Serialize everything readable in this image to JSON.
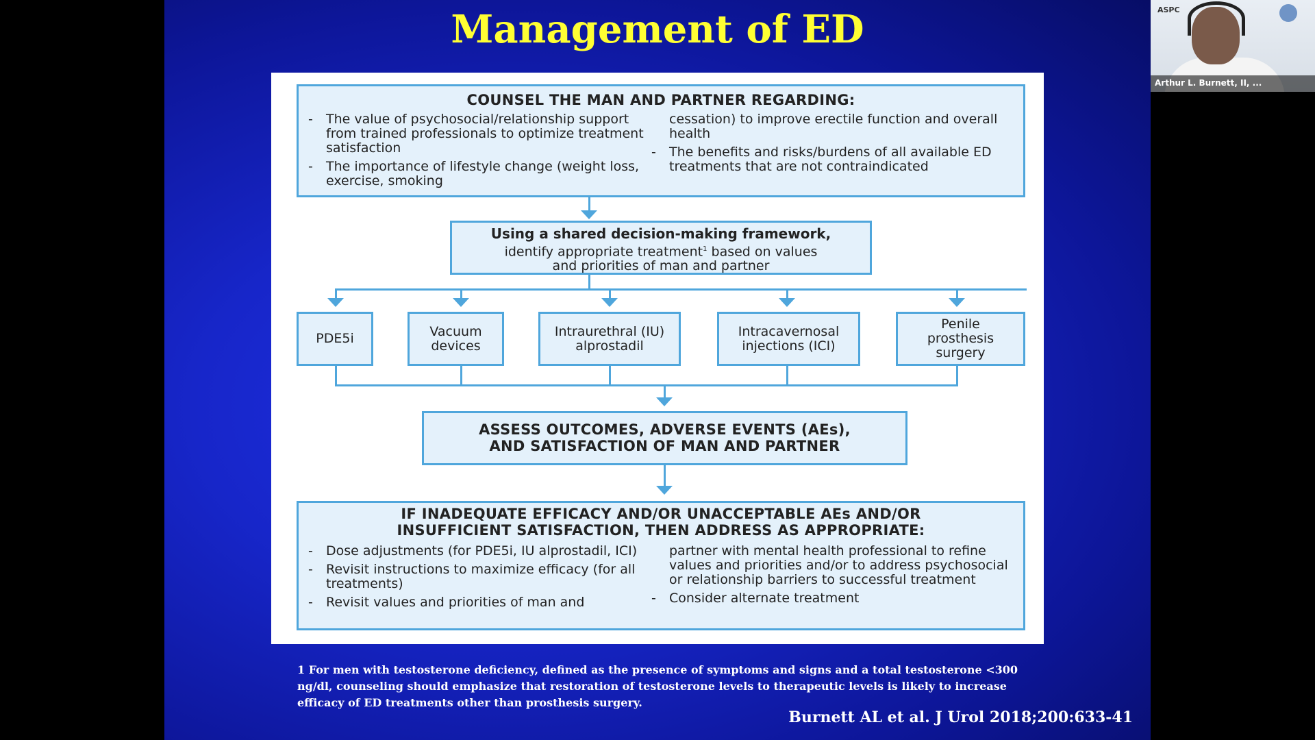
{
  "slide": {
    "title": "Management of ED",
    "flowchart": {
      "counsel": {
        "heading": "COUNSEL THE MAN AND PARTNER REGARDING:",
        "left_col": [
          {
            "text": "The value of psychosocial/relationship support from trained professionals to optimize treatment satisfaction"
          },
          {
            "text": "The importance of lifestyle change (weight loss, exercise, smoking"
          }
        ],
        "right_col": [
          {
            "continuation": "cessation) to improve erectile function and overall health"
          },
          {
            "text": "The benefits and risks/burdens of all available ED treatments that are not contraindicated"
          }
        ]
      },
      "shared_decision": {
        "line1_bold": "Using a shared decision-making framework,",
        "line2": "identify appropriate treatment",
        "line2_sup": "1",
        "line2_end": " based on values",
        "line3": "and priorities of man and partner"
      },
      "treatments": [
        {
          "label": "PDE5i"
        },
        {
          "label": "Vacuum devices"
        },
        {
          "label": "Intraurethral (IU) alprostadil"
        },
        {
          "label": "Intracavernosal injections (ICI)"
        },
        {
          "label": "Penile prosthesis surgery"
        }
      ],
      "assess": {
        "line1": "ASSESS OUTCOMES, ADVERSE EVENTS (AEs),",
        "line2": "AND SATISFACTION OF MAN AND PARTNER"
      },
      "inadequate": {
        "heading_line1": "IF INADEQUATE EFFICACY AND/OR UNACCEPTABLE AEs AND/OR",
        "heading_line2": "INSUFFICIENT SATISFACTION, THEN ADDRESS AS APPROPRIATE:",
        "left_col": [
          {
            "text": "Dose adjustments (for PDE5i, IU alprostadil, ICI)"
          },
          {
            "text": "Revisit instructions to maximize efficacy (for all treatments)"
          },
          {
            "text": "Revisit values and priorities of man and"
          }
        ],
        "right_col": [
          {
            "continuation": "partner with mental health professional to refine values and priorities and/or to address psychosocial or relationship barriers to successful treatment"
          },
          {
            "text": "Consider alternate treatment"
          }
        ]
      }
    },
    "footnote": "1 For men with testosterone deficiency, defined as the presence of symptoms and signs and a total testosterone <300 ng/dl, counseling should emphasize that restoration of testosterone levels to therapeutic levels is likely to increase efficacy of ED treatments other than prosthesis surgery.",
    "citation": "Burnett AL et al. J Urol 2018;200:633-41"
  },
  "video_tile": {
    "participant_name": "Arthur L. Burnett, II, ...",
    "logo_text": "ASPC"
  },
  "colors": {
    "slide_bg": "#1726c9",
    "title": "#ffff33",
    "flow_border": "#4fa6dc",
    "flow_fill": "#e4f1fb"
  }
}
